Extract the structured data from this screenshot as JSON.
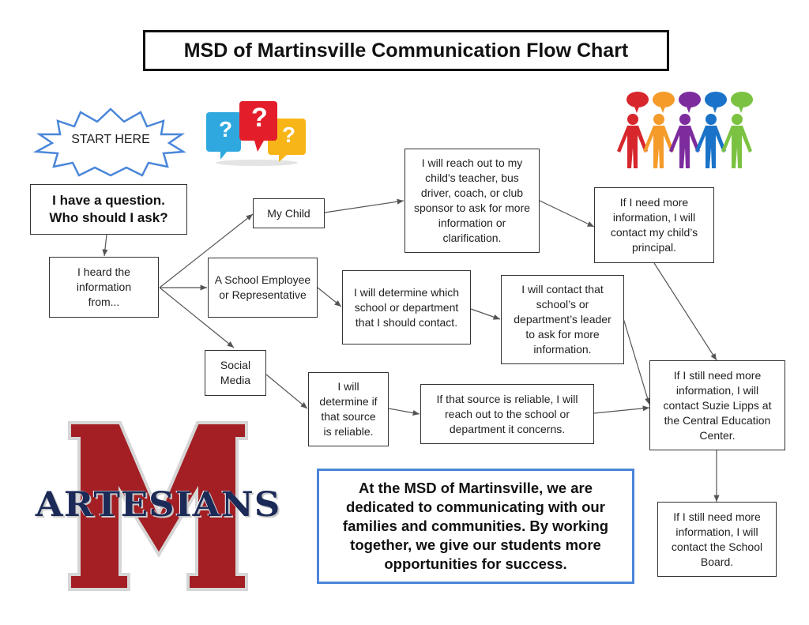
{
  "title": "MSD of Martinsville Communication Flow Chart",
  "start_label": "START HERE",
  "question_box": {
    "line1": "I have a question.",
    "line2": "Who should I ask?"
  },
  "nodes": {
    "heard_from": "I heard the information from...",
    "my_child": "My Child",
    "school_employee": "A School Employee or Representative",
    "social_media": "Social Media",
    "reach_teacher": "I will reach out to my child's teacher, bus driver, coach, or club sponsor to ask for more information or clarification.",
    "contact_principal": "If I need more information, I will contact my child’s principal.",
    "determine_school": "I will determine which school or department that I should contact.",
    "contact_leader": "I will contact that school’s or department’s leader to ask for more information.",
    "determine_reliable": "I will determine if that source is reliable.",
    "source_reliable": "If that source is reliable, I will reach out to the school or department it concerns.",
    "contact_suzie": "If I still need more information, I will contact Suzie Lipps at the Central Education Center.",
    "contact_board": "If I still need more information, I will contact the School Board."
  },
  "edges": [
    [
      "question_box",
      "heard_from"
    ],
    [
      "heard_from",
      "my_child"
    ],
    [
      "heard_from",
      "school_employee"
    ],
    [
      "heard_from",
      "social_media"
    ],
    [
      "my_child",
      "reach_teacher"
    ],
    [
      "reach_teacher",
      "contact_principal"
    ],
    [
      "school_employee",
      "determine_school"
    ],
    [
      "determine_school",
      "contact_leader"
    ],
    [
      "contact_leader",
      "contact_suzie"
    ],
    [
      "social_media",
      "determine_reliable"
    ],
    [
      "determine_reliable",
      "source_reliable"
    ],
    [
      "source_reliable",
      "contact_suzie"
    ],
    [
      "contact_principal",
      "contact_suzie"
    ],
    [
      "contact_suzie",
      "contact_board"
    ]
  ],
  "mission_statement": "At the MSD of Martinsville, we are dedicated to communicating with our families and communities. By working together, we give our students more opportunities for success.",
  "logo": {
    "text": "ARTESIANS",
    "letter": "M",
    "primary_color": "#a31f24",
    "secondary_color": "#1b2a57"
  },
  "icons": {
    "question_bubbles": {
      "glyph": "?",
      "colors": [
        "#2fa8e0",
        "#e31e2a",
        "#f7b517"
      ]
    },
    "people_group": {
      "colors": [
        "#d7262c",
        "#f59b2a",
        "#7d2c9e",
        "#1a73c8",
        "#7cc242"
      ]
    }
  },
  "colors": {
    "border": "#333333",
    "mission_border": "#4a86d9",
    "starburst": "#4a86d9",
    "arrow": "#555555"
  }
}
